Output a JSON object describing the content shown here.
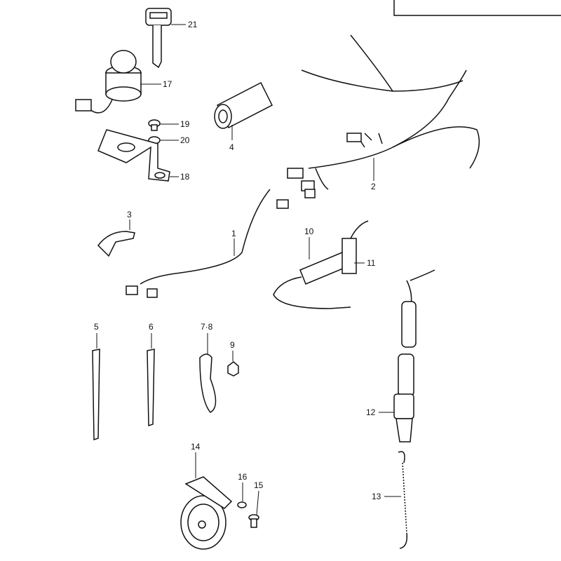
{
  "diagram": {
    "labels": {
      "p21": "21",
      "p17": "17",
      "p19": "19",
      "p20": "20",
      "p18": "18",
      "p4": "4",
      "p2": "2",
      "p3": "3",
      "p1": "1",
      "p10": "10",
      "p11": "11",
      "p5": "5",
      "p6": "6",
      "p78": "7·8",
      "p9": "9",
      "p12": "12",
      "p14": "14",
      "p16": "16",
      "p15": "15",
      "p13": "13"
    }
  }
}
